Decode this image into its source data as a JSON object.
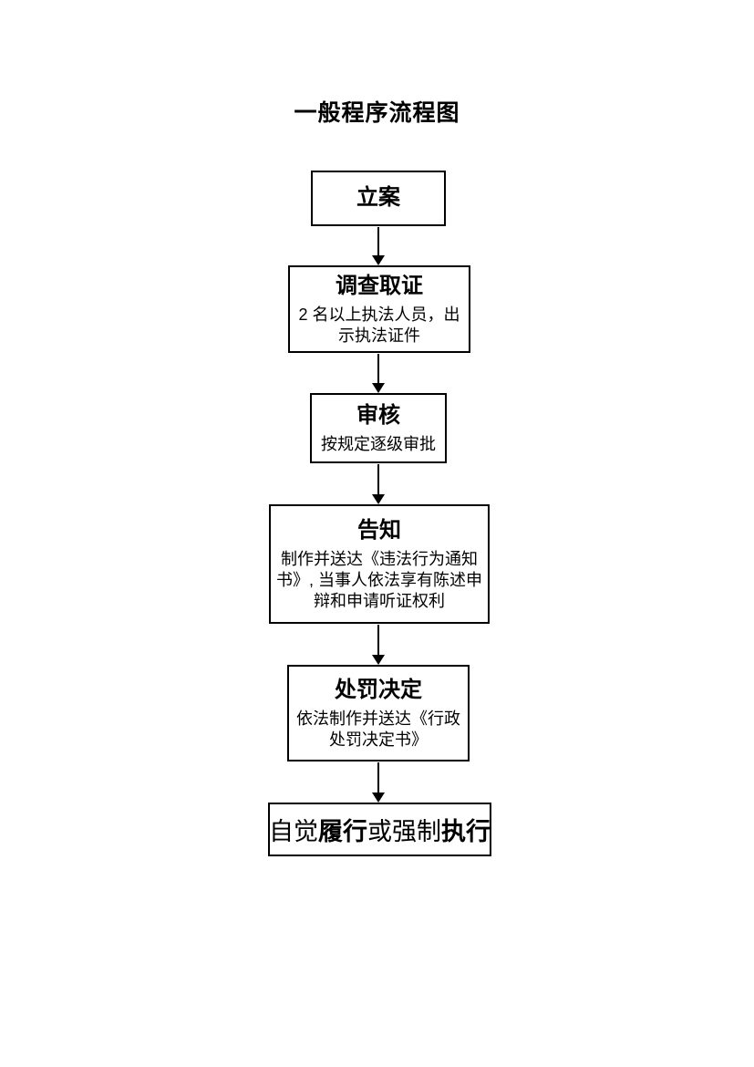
{
  "page": {
    "title": "一般程序流程图"
  },
  "colors": {
    "background": "#ffffff",
    "line": "#000000",
    "text": "#000000"
  },
  "flowchart": {
    "nodes": [
      {
        "id": "li-an",
        "title": "立案"
      },
      {
        "id": "diaocha-quzheng",
        "title": "调查取证",
        "body": "2 名以上执法人员，出示执法证件"
      },
      {
        "id": "shenhe",
        "title": "审核",
        "body": "按规定逐级审批"
      },
      {
        "id": "gaozhi",
        "title": "告知",
        "body": "制作并送达《违法行为通知书》, 当事人依法享有陈述申辩和申请听证权利"
      },
      {
        "id": "chufa-jueding",
        "title": "处罚决定",
        "body": "依法制作并送达《行政处罚决定书》"
      },
      {
        "id": "lvxing-zhixing",
        "parts": [
          {
            "text": "自觉",
            "bold": false
          },
          {
            "text": "履行",
            "bold": true
          },
          {
            "text": "或强制",
            "bold": false
          },
          {
            "text": "执行",
            "bold": true
          }
        ]
      }
    ],
    "edges": [
      {
        "from": "li-an",
        "to": "diaocha-quzheng"
      },
      {
        "from": "diaocha-quzheng",
        "to": "shenhe"
      },
      {
        "from": "shenhe",
        "to": "gaozhi"
      },
      {
        "from": "gaozhi",
        "to": "chufa-jueding"
      },
      {
        "from": "chufa-jueding",
        "to": "lvxing-zhixing"
      }
    ]
  }
}
